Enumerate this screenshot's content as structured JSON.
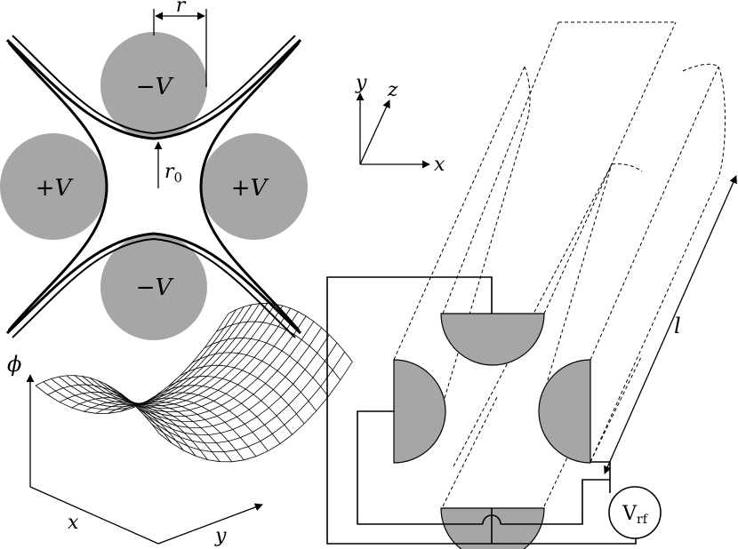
{
  "colors": {
    "electrode": "#a6a6a6",
    "electrode_light": "#bdbdbd",
    "stroke": "#000000",
    "background": "#ffffff"
  },
  "cross_section": {
    "rods": {
      "top": "−V",
      "bottom": "−V",
      "left": "+V",
      "right": "+V"
    },
    "rod_radius_label": "r",
    "gap_label_main": "r",
    "gap_label_sub": "0"
  },
  "axes_3d": {
    "x": "x",
    "y": "y",
    "z": "z"
  },
  "potential_plot": {
    "phi": "ϕ",
    "x": "x",
    "y": "y"
  },
  "quadrupole_3d": {
    "length_label": "l",
    "source_main": "V",
    "source_sub": "rf"
  }
}
